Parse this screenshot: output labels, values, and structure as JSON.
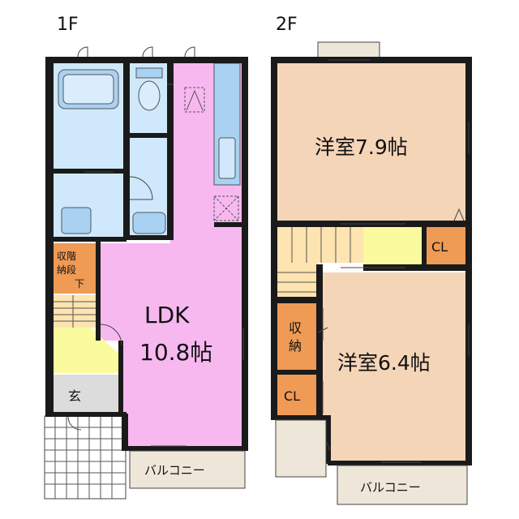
{
  "floors": {
    "first": {
      "label": "1F",
      "rooms": {
        "ldk_name": "LDK",
        "ldk_size": "10.8帖",
        "storage_under_stairs": [
          "収階",
          "納段",
          "下"
        ],
        "entrance": "玄",
        "balcony": "バルコニー"
      }
    },
    "second": {
      "label": "2F",
      "rooms": {
        "western_room_1": "洋室7.9帖",
        "western_room_2": "洋室6.4帖",
        "closet_1": "CL",
        "closet_2": "CL",
        "storage": [
          "収",
          "納"
        ],
        "balcony": "バルコニー"
      }
    }
  },
  "colors": {
    "ldk": "#f7b8f0",
    "wet_area": "#cfe8fb",
    "fixture": "#a9d2f2",
    "western_room": "#f5d5b8",
    "storage": "#ef9a55",
    "hall": "#fafa9e",
    "stairs": "#fde4b0",
    "entrance": "#dcdcdc",
    "balcony": "#efe6da",
    "wall": "#1a1a1a"
  }
}
